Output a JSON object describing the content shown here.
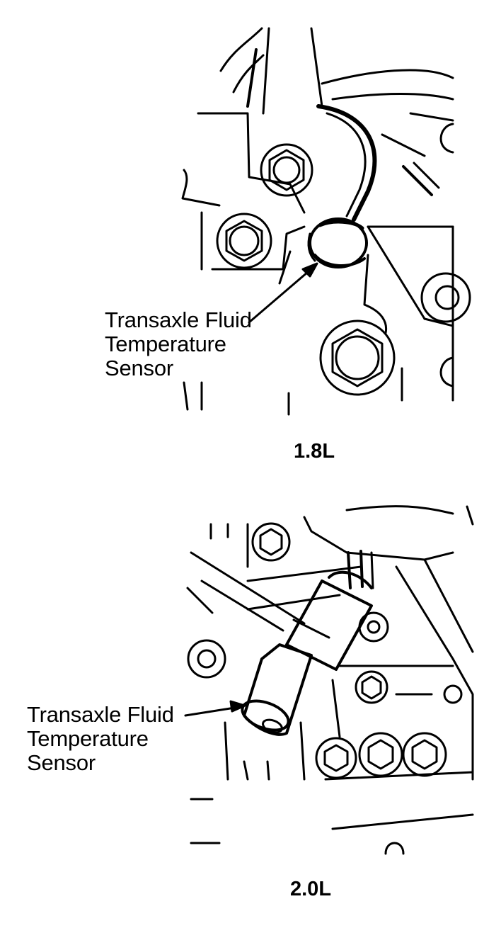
{
  "figures": [
    {
      "id": "1.8L",
      "caption": "1.8L",
      "callout": {
        "line1": "Transaxle Fluid",
        "line2": "Temperature",
        "line3": "Sensor"
      }
    },
    {
      "id": "2.0L",
      "caption": "2.0L",
      "callout": {
        "line1": "Transaxle Fluid",
        "line2": "Temperature",
        "line3": "Sensor"
      }
    }
  ],
  "style": {
    "ink": "#000000",
    "paper": "#ffffff"
  }
}
